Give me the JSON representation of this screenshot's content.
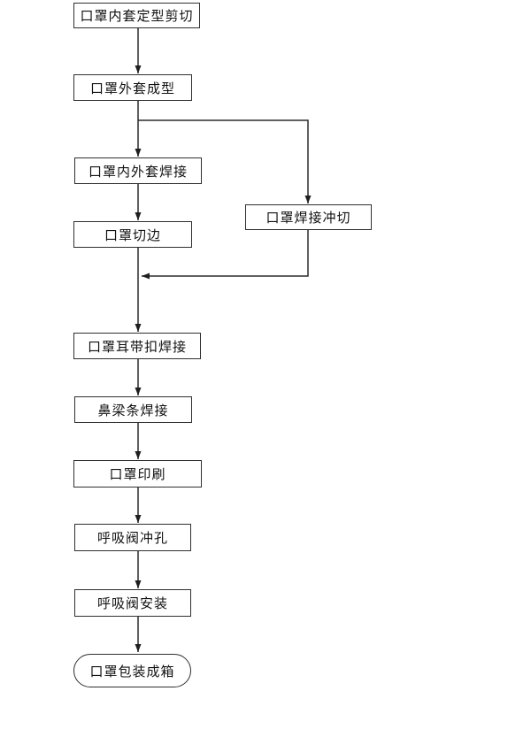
{
  "diagram": {
    "type": "flowchart",
    "direction": "top-down",
    "colors": {
      "background": "#ffffff",
      "line": "#2b2b2b",
      "node_border": "#2f2f2f",
      "node_fill": "#ffffff",
      "text": "#111111"
    },
    "nodes": [
      {
        "id": "n1",
        "label": "口罩内套定型剪切",
        "shape": "rect"
      },
      {
        "id": "n2",
        "label": "口罩外套成型",
        "shape": "rect"
      },
      {
        "id": "n3",
        "label": "口罩内外套焊接",
        "shape": "rect"
      },
      {
        "id": "n4",
        "label": "口罩切边",
        "shape": "rect"
      },
      {
        "id": "n5",
        "label": "口罩焊接冲切",
        "shape": "rect"
      },
      {
        "id": "n6",
        "label": "口罩耳带扣焊接",
        "shape": "rect"
      },
      {
        "id": "n7",
        "label": "鼻梁条焊接",
        "shape": "rect"
      },
      {
        "id": "n8",
        "label": "口罩印刷",
        "shape": "rect"
      },
      {
        "id": "n9",
        "label": "呼吸阀冲孔",
        "shape": "rect"
      },
      {
        "id": "n10",
        "label": "呼吸阀安装",
        "shape": "rect"
      },
      {
        "id": "n11",
        "label": "口罩包装成箱",
        "shape": "stadium"
      }
    ],
    "edges": [
      {
        "from": "n1",
        "to": "n2"
      },
      {
        "from": "n2",
        "to": "n3"
      },
      {
        "from": "n2",
        "to": "n5"
      },
      {
        "from": "n3",
        "to": "n4"
      },
      {
        "from": "n4",
        "to": "n6"
      },
      {
        "from": "n5",
        "to": "n6"
      },
      {
        "from": "n6",
        "to": "n7"
      },
      {
        "from": "n7",
        "to": "n8"
      },
      {
        "from": "n8",
        "to": "n9"
      },
      {
        "from": "n9",
        "to": "n10"
      },
      {
        "from": "n10",
        "to": "n11"
      }
    ]
  }
}
